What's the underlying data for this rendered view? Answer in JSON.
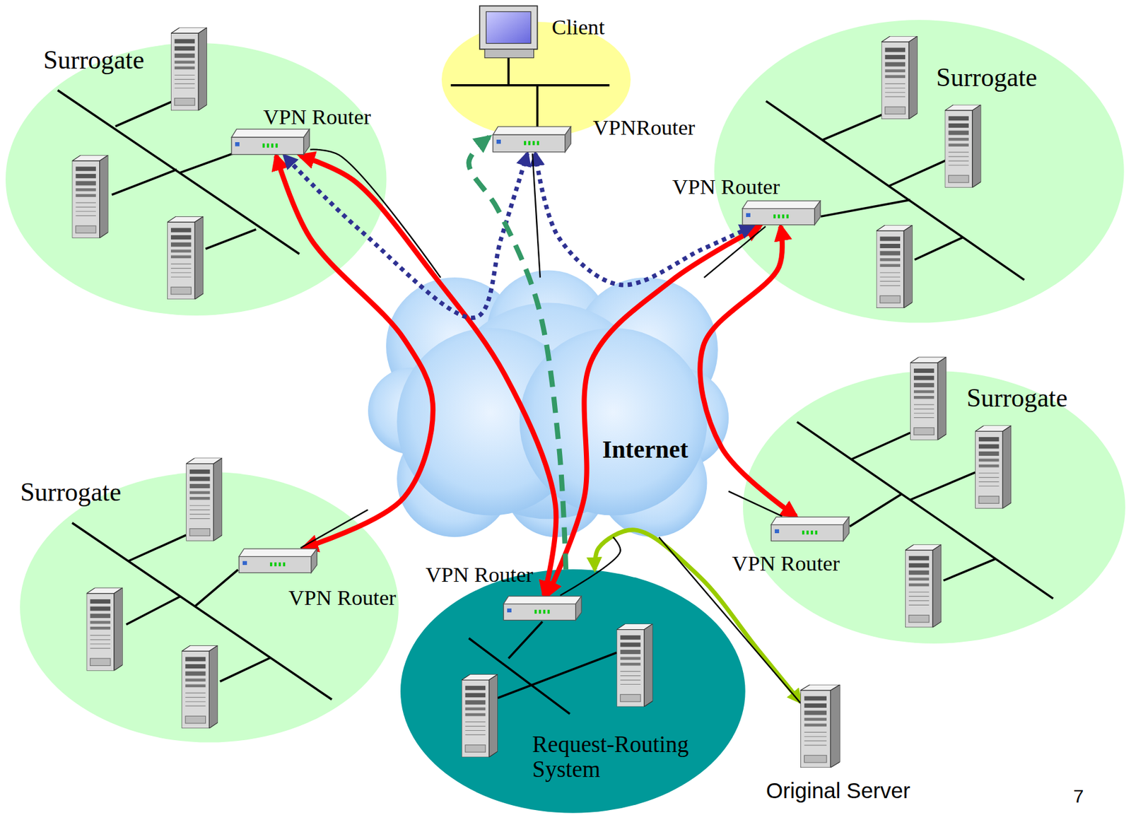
{
  "diagram": {
    "nodes": [
      {
        "text": [
          "Surrogate"
        ]
      },
      {
        "text": [
          "VPN Router"
        ],
        "in": 0
      },
      {
        "text": [
          "Client"
        ]
      },
      {
        "text": [
          "VPNRouter"
        ],
        "in": 2
      },
      {
        "text": [
          "Surrogate"
        ]
      },
      {
        "text": [
          "VPN Router"
        ],
        "in": 4
      },
      {
        "text": [
          "Internet"
        ]
      },
      {
        "text": [
          "Surrogate"
        ]
      },
      {
        "text": [
          "VPN Router"
        ],
        "in": 7
      },
      {
        "text": [
          "Surrogate"
        ]
      },
      {
        "text": [
          "VPN Router"
        ],
        "in": 9
      },
      {
        "text": [
          "Request-Routing System"
        ]
      },
      {
        "text": [
          "VPN Router"
        ],
        "in": 11
      },
      {
        "text": [
          "Original Server"
        ]
      }
    ],
    "edges": [
      {
        "from": 12,
        "to": 1,
        "arrow": "both"
      },
      {
        "from": 1,
        "to": 8,
        "arrow": "both"
      },
      {
        "from": 12,
        "to": 5,
        "arrow": "both"
      },
      {
        "from": 5,
        "to": 10,
        "arrow": "both"
      },
      {
        "from": 3,
        "to": 1,
        "arrow": "both"
      },
      {
        "from": 3,
        "to": 5,
        "arrow": "both"
      },
      {
        "from": 11,
        "to": 2,
        "arrow": "to"
      },
      {
        "from": 11,
        "to": 13,
        "arrow": "both"
      },
      {
        "from": 1,
        "to": 6,
        "arrow": "none"
      },
      {
        "from": 3,
        "to": 6,
        "arrow": "none"
      },
      {
        "from": 5,
        "to": 6,
        "arrow": "none"
      },
      {
        "from": 8,
        "to": 6,
        "arrow": "none"
      },
      {
        "from": 10,
        "to": 6,
        "arrow": "none"
      },
      {
        "from": 12,
        "to": 6,
        "arrow": "none"
      },
      {
        "from": 13,
        "to": 6,
        "arrow": "none"
      }
    ],
    "labels": [
      "7"
    ]
  }
}
